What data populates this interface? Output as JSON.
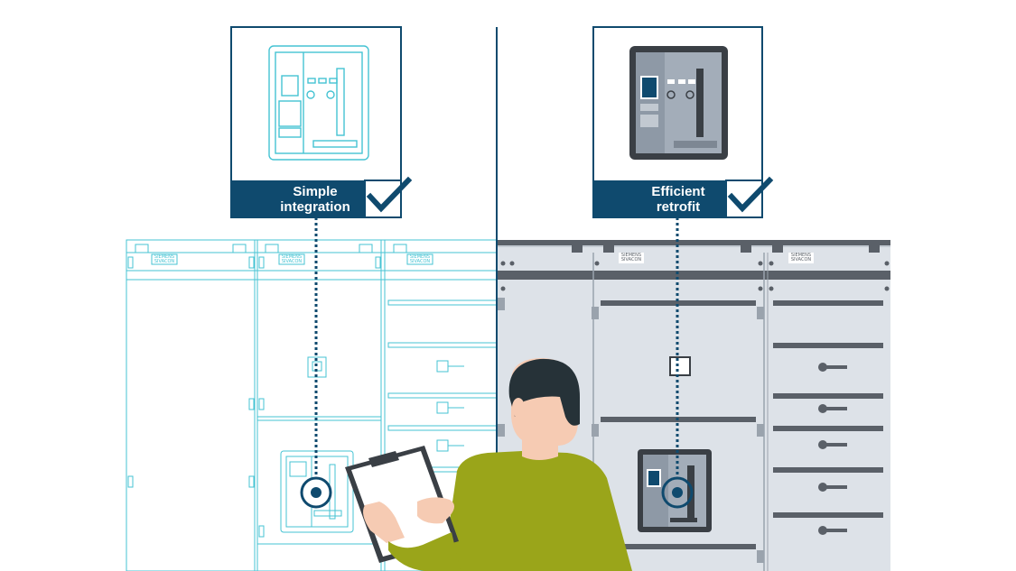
{
  "callouts": [
    {
      "id": "simple-integration",
      "line1": "Simple",
      "line2": "integration",
      "checked": true
    },
    {
      "id": "efficient-retrofit",
      "line1": "Efficient",
      "line2": "retrofit",
      "checked": true
    }
  ],
  "cabinet_brand": {
    "line1": "SIEMENS",
    "line2": "SIVACON"
  },
  "colors": {
    "navy": "#0f4a6e",
    "cyan_outline": "#45c3d3",
    "panel_gray": "#dde2e8",
    "panel_dark": "#5a6068",
    "breaker_body": "#a3adb9",
    "skin": "#f6cbb3",
    "hair": "#263238",
    "jacket": "#9aa51a",
    "clipboard_dark": "#3a3f45"
  },
  "icons": [
    "check-icon",
    "circuit-breaker-icon",
    "connection-target-icon",
    "clipboard-icon"
  ]
}
